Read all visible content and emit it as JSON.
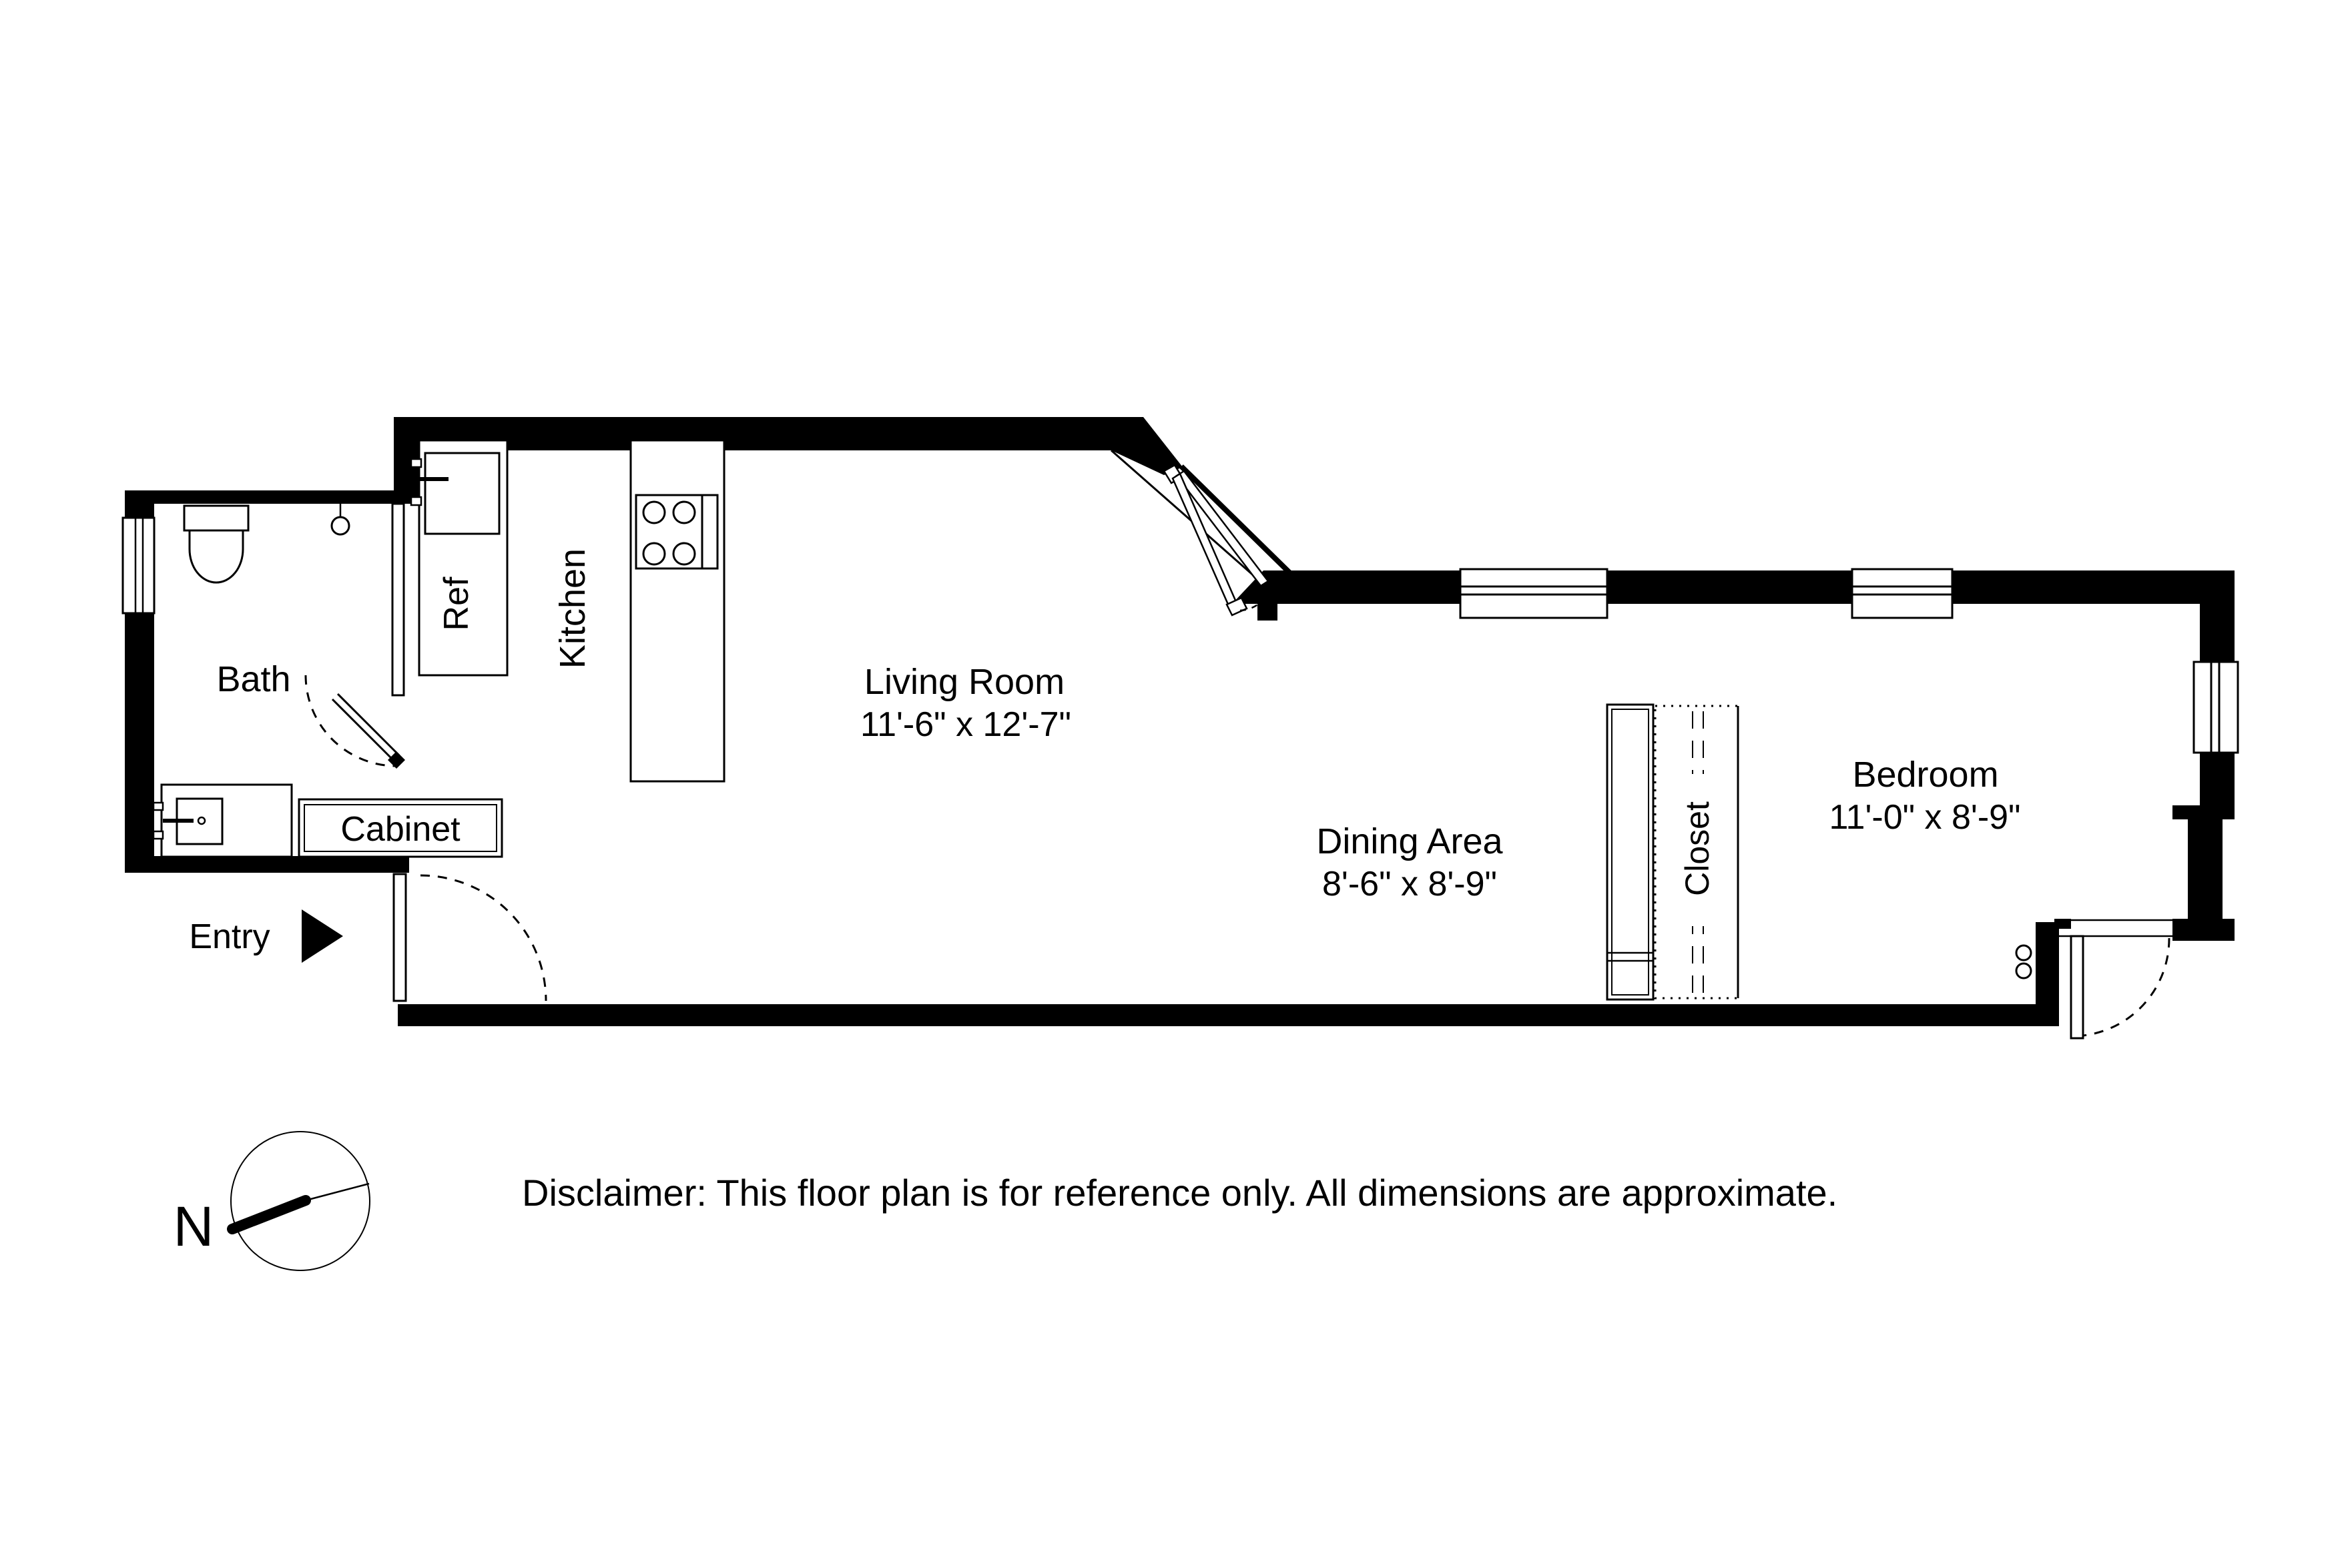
{
  "plan": {
    "background": "#ffffff",
    "wall_color": "#000000",
    "line_color": "#000000",
    "rooms": [
      {
        "id": "bath",
        "name": "Bath"
      },
      {
        "id": "living",
        "name": "Living Room",
        "dims": "11'-6\" x 12'-7\""
      },
      {
        "id": "dining",
        "name": "Dining Area",
        "dims": "8'-6\" x 8'-9\""
      },
      {
        "id": "bedroom",
        "name": "Bedroom",
        "dims": "11'-0\" x 8'-9\""
      },
      {
        "id": "kitchen",
        "name": "Kitchen"
      }
    ],
    "labels": {
      "ref": "Ref",
      "cabinet": "Cabinet",
      "closet": "Closet",
      "entry": "Entry"
    },
    "compass": {
      "label": "N"
    },
    "icons": [
      "toilet-icon",
      "sink-icon",
      "vanity-sink-icon",
      "stove-4-burner-icon",
      "window-icon",
      "door-swing-icon",
      "entry-arrow-icon",
      "compass-icon"
    ]
  },
  "disclaimer": "Disclaimer: This floor plan is for reference only. All dimensions are approximate."
}
